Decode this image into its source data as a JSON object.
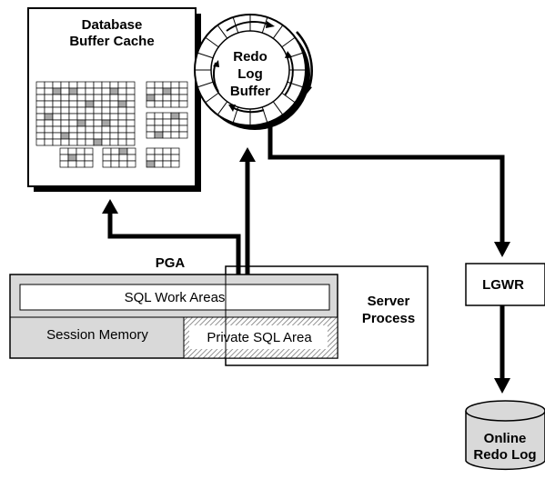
{
  "db_buffer_cache": {
    "line1": "Database",
    "line2": "Buffer Cache"
  },
  "redo_log_buffer": {
    "line1": "Redo",
    "line2": "Log",
    "line3": "Buffer"
  },
  "pga": {
    "title": "PGA",
    "sql_work_areas": "SQL Work Areas",
    "session_memory": "Session Memory",
    "private_sql_area": "Private SQL Area"
  },
  "server_process": {
    "line1": "Server",
    "line2": "Process"
  },
  "lgwr": {
    "label": "LGWR"
  },
  "online_redo_log": {
    "line1": "Online",
    "line2": "Redo Log"
  },
  "colors": {
    "grid_fill": "#a6a6a6",
    "session_fill": "#d9d9d9",
    "hatch": "#777777"
  }
}
